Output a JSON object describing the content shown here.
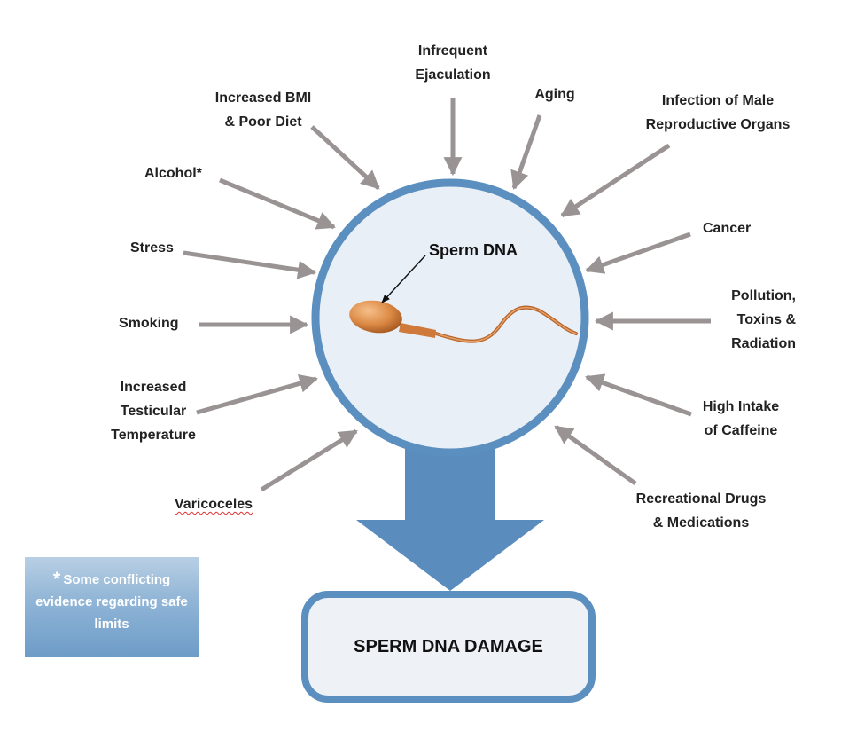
{
  "factors": {
    "infrequent_ejaculation": [
      "Infrequent",
      "Ejaculation"
    ],
    "aging": "Aging",
    "increased_bmi": [
      "Increased BMI",
      "& Poor Diet"
    ],
    "infection": [
      "Infection of Male",
      "Reproductive Organs"
    ],
    "alcohol": "Alcohol*",
    "cancer": "Cancer",
    "stress": "Stress",
    "pollution": [
      "Pollution,",
      "Toxins &",
      "Radiation"
    ],
    "smoking": "Smoking",
    "testicular_temp": [
      "Increased",
      "Testicular",
      "Temperature"
    ],
    "caffeine": [
      "High Intake",
      "of Caffeine"
    ],
    "varicoceles": "Varicoceles",
    "drugs": [
      "Recreational Drugs",
      "& Medications"
    ]
  },
  "center_label": "Sperm DNA",
  "result_label": "SPERM DNA DAMAGE",
  "note": {
    "star": "*",
    "text": "Some conflicting evidence regarding safe limits"
  },
  "colors": {
    "arrow_gray": "#9a9394",
    "circle_border": "#5b8fbf",
    "circle_fill": "#eef3f8",
    "big_arrow": "#5a8dbd",
    "sperm": "#d9823f"
  }
}
